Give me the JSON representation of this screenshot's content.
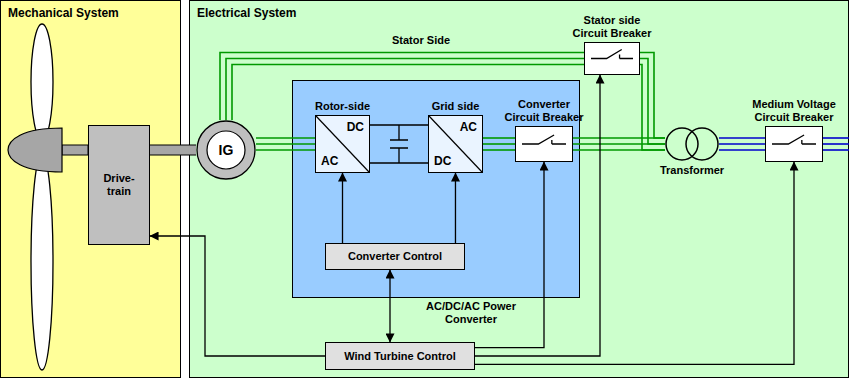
{
  "diagram": {
    "nodes": [
      {
        "text": [
          "Mechanical System"
        ]
      },
      {
        "text": [
          "Electrical System"
        ]
      },
      {
        "text": [
          "Drive-train"
        ],
        "in": 0
      },
      {
        "text": [
          "IG"
        ],
        "in": 1
      },
      {
        "text": [
          "AC/DC/AC Power Converter"
        ],
        "in": 1
      },
      {
        "text": [
          "Rotor-side",
          "DC",
          "AC"
        ],
        "in": 4
      },
      {
        "text": [
          "Grid side",
          "AC",
          "DC"
        ],
        "in": 4
      },
      {
        "text": [
          "Converter Circuit Breaker"
        ],
        "in": 4
      },
      {
        "text": [
          "Converter Control"
        ],
        "in": 4
      },
      {
        "text": [
          "Stator side Circuit Breaker"
        ],
        "in": 1
      },
      {
        "text": [
          "Transformer"
        ],
        "in": 1
      },
      {
        "text": [
          "Medium Voltage Circuit Breaker"
        ],
        "in": 1
      },
      {
        "text": [
          "Wind Turbine Control"
        ],
        "in": 1
      }
    ],
    "edges": [
      {
        "from": 2,
        "to": 3,
        "arrow": "none"
      },
      {
        "from": 3,
        "to": 5,
        "arrow": "none"
      },
      {
        "from": 5,
        "to": 6,
        "arrow": "none"
      },
      {
        "from": 6,
        "to": 7,
        "arrow": "none"
      },
      {
        "from": 7,
        "to": 10,
        "arrow": "none"
      },
      {
        "from": 3,
        "to": 9,
        "arrow": "none"
      },
      {
        "from": 9,
        "to": 10,
        "arrow": "none"
      },
      {
        "from": 10,
        "to": 11,
        "arrow": "none"
      },
      {
        "from": 8,
        "to": 5,
        "arrow": "to"
      },
      {
        "from": 8,
        "to": 6,
        "arrow": "to"
      },
      {
        "from": 12,
        "to": 8,
        "arrow": "both"
      },
      {
        "from": 12,
        "to": 2,
        "arrow": "to"
      },
      {
        "from": 12,
        "to": 7,
        "arrow": "to"
      },
      {
        "from": 12,
        "to": 9,
        "arrow": "to"
      },
      {
        "from": 12,
        "to": 11,
        "arrow": "to"
      }
    ],
    "labels": [
      "Stator Side"
    ]
  }
}
